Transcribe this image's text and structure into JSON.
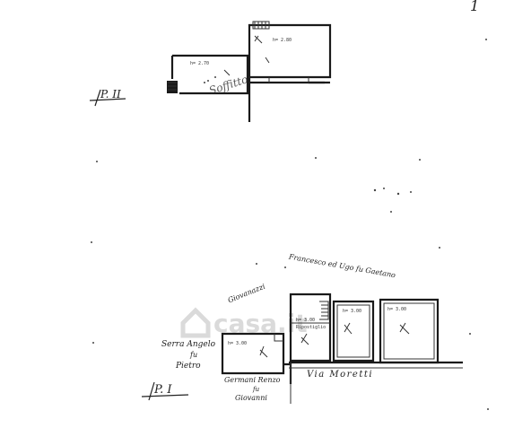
{
  "page_number": "1",
  "floor_upper": {
    "label": "P. II",
    "room_left_height": "h= 2.70",
    "room_right_height": "h= 2.80",
    "note": "Soffitto"
  },
  "floor_ground": {
    "label": "P. I",
    "room_a_height": "h= 3.00",
    "room_b_height": "h= 3.00",
    "room_b_note": "Ripostiglio",
    "room_c_height": "h= 3.00",
    "room_d_height": "h= 3.00"
  },
  "neighbors": {
    "top_line1": "Giovanazzi",
    "top_line2": "Francesco ed Ugo fu Gaetano",
    "left_line1": "Serra Angelo",
    "left_line2": "fu",
    "left_line3": "Pietro",
    "bottom_line1": "Germani Renzo",
    "bottom_line2": "fu",
    "bottom_line3": "Giovanni"
  },
  "street": "Via Moretti",
  "watermark": "casa.it"
}
